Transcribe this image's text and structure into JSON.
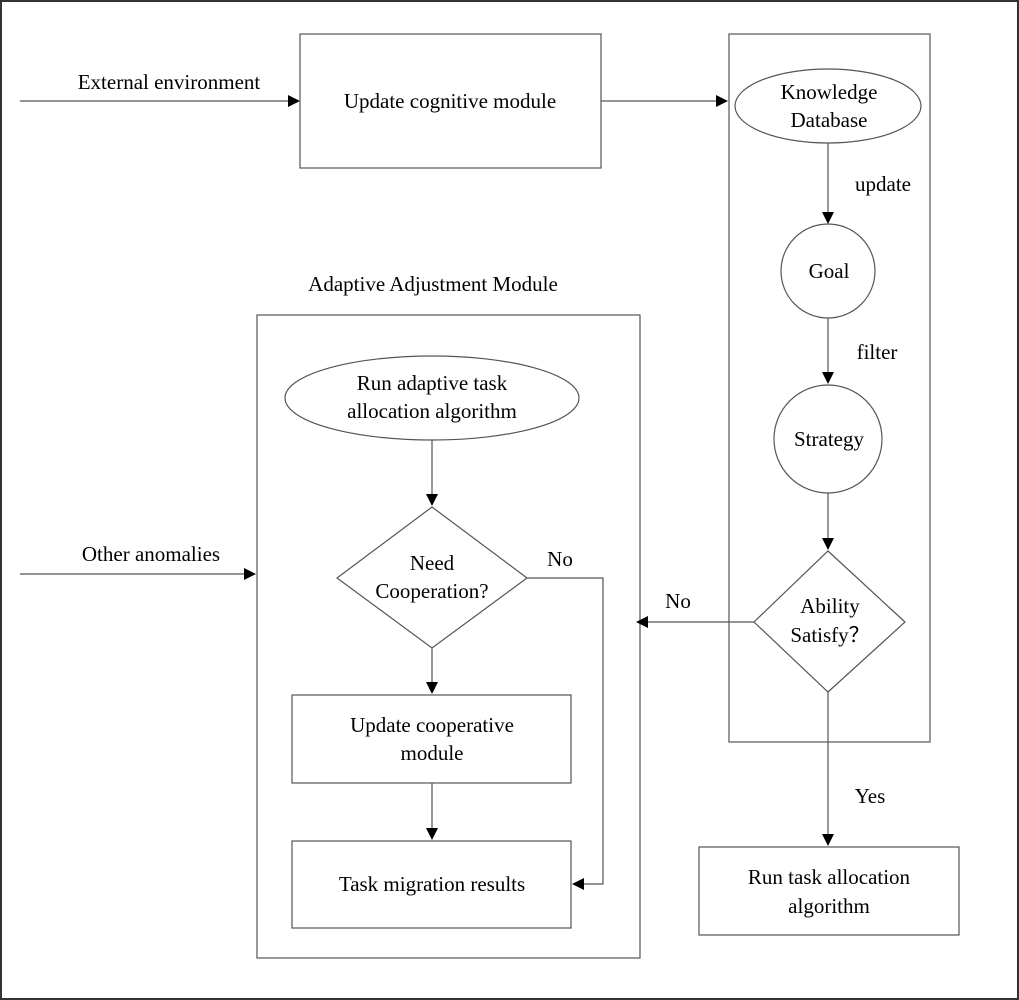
{
  "diagram": {
    "inputs": {
      "external_environment": "External environment",
      "other_anomalies": "Other anomalies"
    },
    "update_cognitive_module": "Update cognitive module",
    "knowledge_database": {
      "line1": "Knowledge",
      "line2": "Database"
    },
    "goal": "Goal",
    "strategy": "Strategy",
    "ability_satisfy": {
      "line1": "Ability",
      "line2": "Satisfy？"
    },
    "edge_labels": {
      "update": "update",
      "filter": "filter",
      "no_ability": "No",
      "yes_ability": "Yes",
      "no_cooperation": "No"
    },
    "run_task_allocation": {
      "line1": "Run task allocation",
      "line2": "algorithm"
    },
    "adaptive_module": {
      "title": "Adaptive Adjustment Module",
      "run_adaptive": {
        "line1": "Run adaptive task",
        "line2": "allocation algorithm"
      },
      "need_cooperation": {
        "line1": "Need",
        "line2": "Cooperation?"
      },
      "update_cooperative": {
        "line1": "Update cooperative",
        "line2": "module"
      },
      "task_migration": "Task migration results"
    }
  }
}
